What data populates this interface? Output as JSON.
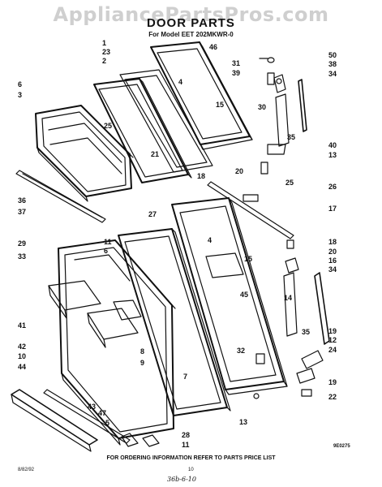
{
  "watermark": "AppliancePartsPros.com",
  "title": "DOOR PARTS",
  "subtitle": "For Model EET 202MKWR-0",
  "callouts": [
    {
      "id": "c1",
      "text": "1"
    },
    {
      "id": "c23",
      "text": "23"
    },
    {
      "id": "c2",
      "text": "2"
    },
    {
      "id": "c6a",
      "text": "6"
    },
    {
      "id": "c3",
      "text": "3"
    },
    {
      "id": "c4a",
      "text": "4"
    },
    {
      "id": "c46",
      "text": "46"
    },
    {
      "id": "c50",
      "text": "50"
    },
    {
      "id": "c31",
      "text": "31"
    },
    {
      "id": "c38",
      "text": "38"
    },
    {
      "id": "c39",
      "text": "39"
    },
    {
      "id": "c34a",
      "text": "34"
    },
    {
      "id": "c15a",
      "text": "15"
    },
    {
      "id": "c30",
      "text": "30"
    },
    {
      "id": "c25a",
      "text": "25"
    },
    {
      "id": "c35a",
      "text": "35"
    },
    {
      "id": "c40",
      "text": "40"
    },
    {
      "id": "c21",
      "text": "21"
    },
    {
      "id": "c13a",
      "text": "13"
    },
    {
      "id": "c20a",
      "text": "20"
    },
    {
      "id": "c18a",
      "text": "18"
    },
    {
      "id": "c25b",
      "text": "25"
    },
    {
      "id": "c26",
      "text": "26"
    },
    {
      "id": "c36",
      "text": "36"
    },
    {
      "id": "c37",
      "text": "37"
    },
    {
      "id": "c27",
      "text": "27"
    },
    {
      "id": "c17",
      "text": "17"
    },
    {
      "id": "c11a",
      "text": "11"
    },
    {
      "id": "c6b",
      "text": "6"
    },
    {
      "id": "c4b",
      "text": "4"
    },
    {
      "id": "c29",
      "text": "29"
    },
    {
      "id": "c18b",
      "text": "18"
    },
    {
      "id": "c20b",
      "text": "20"
    },
    {
      "id": "c15b",
      "text": "15"
    },
    {
      "id": "c16",
      "text": "16"
    },
    {
      "id": "c33",
      "text": "33"
    },
    {
      "id": "c34b",
      "text": "34"
    },
    {
      "id": "c45",
      "text": "45"
    },
    {
      "id": "c14",
      "text": "14"
    },
    {
      "id": "c35b",
      "text": "35"
    },
    {
      "id": "c19a",
      "text": "19"
    },
    {
      "id": "c12",
      "text": "12"
    },
    {
      "id": "c8",
      "text": "8"
    },
    {
      "id": "c9",
      "text": "9"
    },
    {
      "id": "c41",
      "text": "41"
    },
    {
      "id": "c32",
      "text": "32"
    },
    {
      "id": "c24",
      "text": "24"
    },
    {
      "id": "c42",
      "text": "42"
    },
    {
      "id": "c10",
      "text": "10"
    },
    {
      "id": "c44",
      "text": "44"
    },
    {
      "id": "c7",
      "text": "7"
    },
    {
      "id": "c19b",
      "text": "19"
    },
    {
      "id": "c22",
      "text": "22"
    },
    {
      "id": "c43",
      "text": "43"
    },
    {
      "id": "c47",
      "text": "47"
    },
    {
      "id": "c5",
      "text": "5"
    },
    {
      "id": "c13b",
      "text": "13"
    },
    {
      "id": "c28",
      "text": "28"
    },
    {
      "id": "c11b",
      "text": "11"
    }
  ],
  "drawing_code": "9E0275",
  "footer_note": "FOR ORDERING INFORMATION REFER TO PARTS PRICE LIST",
  "date_code": "8/82/92",
  "page_number": "10",
  "handwriting": "36b-6-10"
}
